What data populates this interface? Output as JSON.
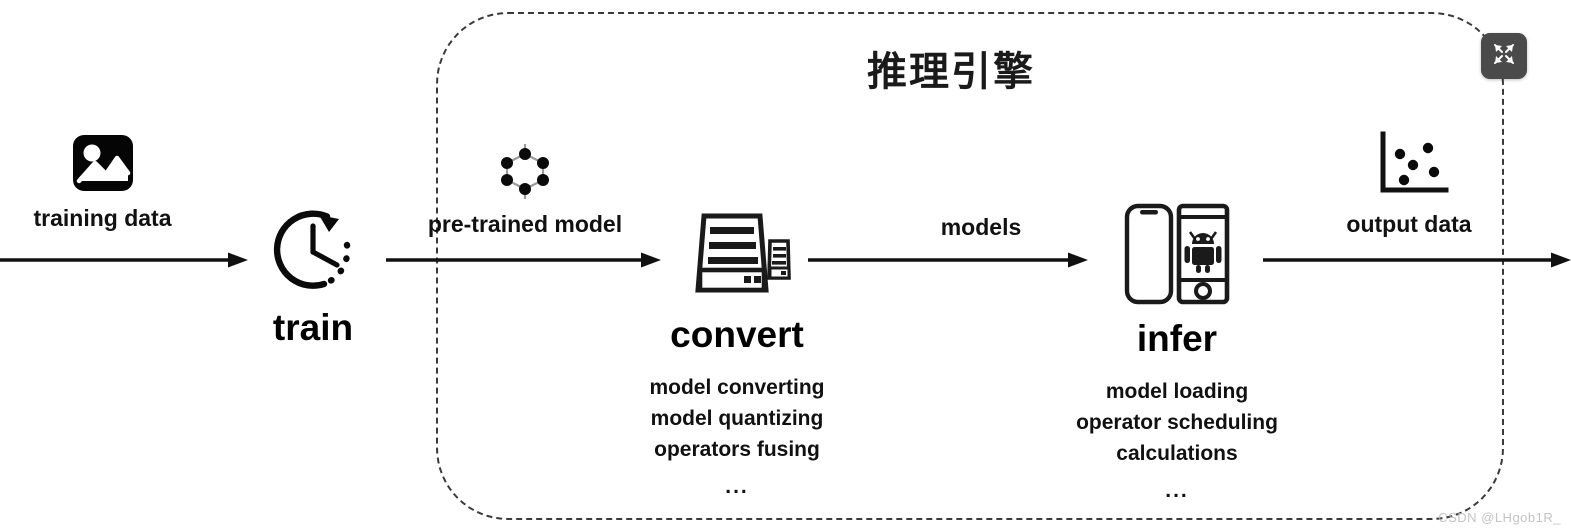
{
  "diagram": {
    "engine": {
      "title": "推理引擎",
      "boundary_style": "dashed-rounded-rectangle"
    },
    "inputs": [
      {
        "icon": "image-icon",
        "caption": "training data"
      }
    ],
    "outputs": [
      {
        "icon": "scatter-plot-icon",
        "caption": "output data"
      }
    ],
    "edges": [
      {
        "label": "",
        "from": "training-data",
        "to": "train"
      },
      {
        "label": "pre-trained model",
        "icon": "graph-nodes-icon",
        "from": "train",
        "to": "convert"
      },
      {
        "label": "models",
        "from": "convert",
        "to": "infer"
      },
      {
        "label": "",
        "from": "infer",
        "to": "output-data"
      }
    ],
    "nodes": [
      {
        "id": "train",
        "title": "train",
        "icon": "clock-arrow-icon",
        "details": []
      },
      {
        "id": "convert",
        "title": "convert",
        "icon": "server-icon",
        "details": [
          "model converting",
          "model quantizing",
          "operators fusing"
        ],
        "ellipsis": "..."
      },
      {
        "id": "infer",
        "title": "infer",
        "icon": "mobile-devices-icon",
        "details": [
          "model loading",
          "operator scheduling",
          "calculations"
        ],
        "ellipsis": "..."
      }
    ]
  },
  "controls": {
    "fullscreen_button": {
      "icon": "fullscreen-expand-icon",
      "label": ""
    }
  },
  "watermark": {
    "text": "CSDN @LHgob1R_"
  },
  "colors": {
    "stroke": "#111111",
    "boundary": "#3a3a3a",
    "button_bg": "#4a4a4a",
    "watermark": "#b9b9b9",
    "background": "#ffffff"
  }
}
